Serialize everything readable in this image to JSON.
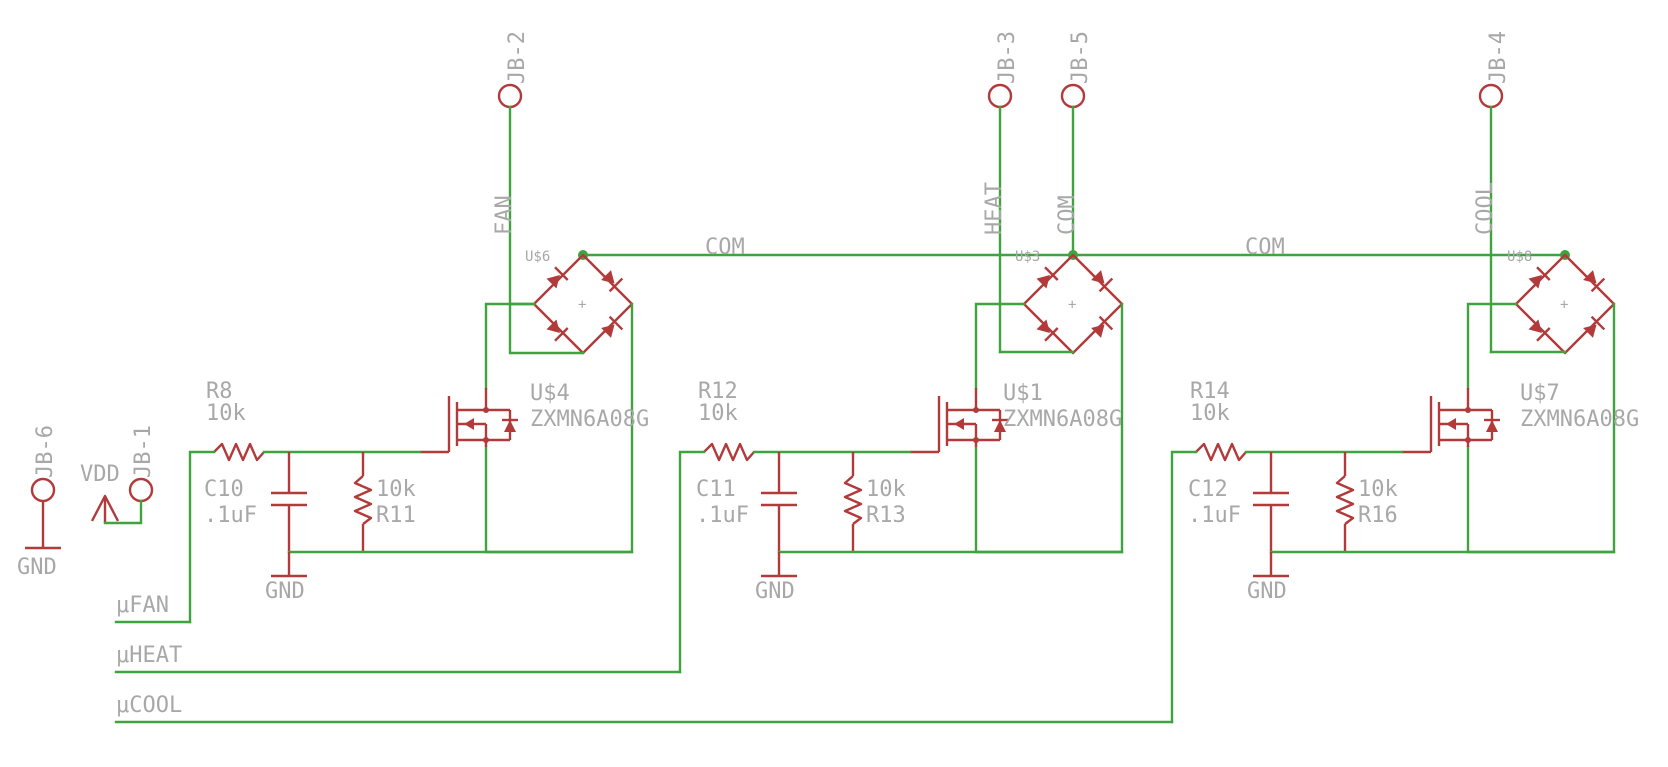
{
  "terminals": [
    {
      "label": "JB-2"
    },
    {
      "label": "JB-3"
    },
    {
      "label": "JB-5"
    },
    {
      "label": "JB-4"
    },
    {
      "label": "JB-6"
    },
    {
      "label": "JB-1"
    }
  ],
  "nets": {
    "fan": "FAN",
    "heat": "HEAT",
    "com_a": "COM",
    "cool": "COOL",
    "com_bus_1": "COM",
    "com_bus_2": "COM",
    "vdd": "VDD",
    "gnd": "GND",
    "ufan": "μFAN",
    "uheat": "μHEAT",
    "ucool": "μCOOL"
  },
  "stages": [
    {
      "bridge": "U$6",
      "mosfet": "U$4",
      "mosfet_part": "ZXMN6A08G",
      "r_in": "R8",
      "r_in_val": "10k",
      "cap": "C10",
      "cap_val": ".1uF",
      "r_pd": "R11",
      "r_pd_val": "10k",
      "gnd": "GND"
    },
    {
      "bridge": "U$3",
      "mosfet": "U$1",
      "mosfet_part": "ZXMN6A08G",
      "r_in": "R12",
      "r_in_val": "10k",
      "cap": "C11",
      "cap_val": ".1uF",
      "r_pd": "R13",
      "r_pd_val": "10k",
      "gnd": "GND"
    },
    {
      "bridge": "U$8",
      "mosfet": "U$7",
      "mosfet_part": "ZXMN6A08G",
      "r_in": "R14",
      "r_in_val": "10k",
      "cap": "C12",
      "cap_val": ".1uF",
      "r_pd": "R16",
      "r_pd_val": "10k",
      "gnd": "GND"
    }
  ],
  "colors": {
    "wire": "#3fa33f",
    "part": "#b23a3a",
    "label": "#a8a8a8",
    "background": "#ffffff"
  }
}
